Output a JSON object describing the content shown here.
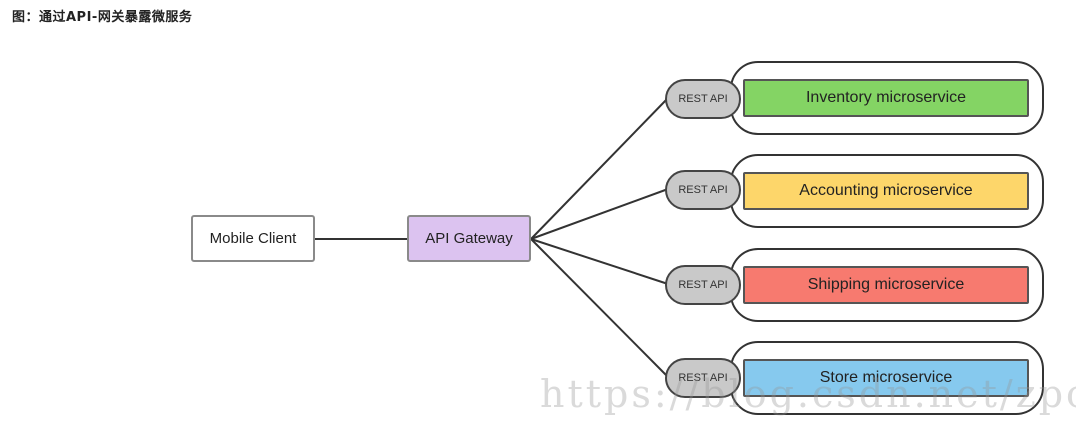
{
  "caption": "图：通过API-网关暴露微服务",
  "nodes": {
    "mobile_client": {
      "label": "Mobile Client",
      "color": "#ffffff"
    },
    "api_gateway": {
      "label": "API Gateway",
      "color": "#dcc3f0"
    }
  },
  "services": [
    {
      "label": "Inventory microservice",
      "api_label": "REST API",
      "color": "#84d464"
    },
    {
      "label": "Accounting microservice",
      "api_label": "REST API",
      "color": "#fdd66a"
    },
    {
      "label": "Shipping microservice",
      "api_label": "REST API",
      "color": "#f77a6f"
    },
    {
      "label": "Store microservice",
      "api_label": "REST API",
      "color": "#86c9ee"
    }
  ],
  "watermark": "https://blog.csdn.net/zpcis"
}
